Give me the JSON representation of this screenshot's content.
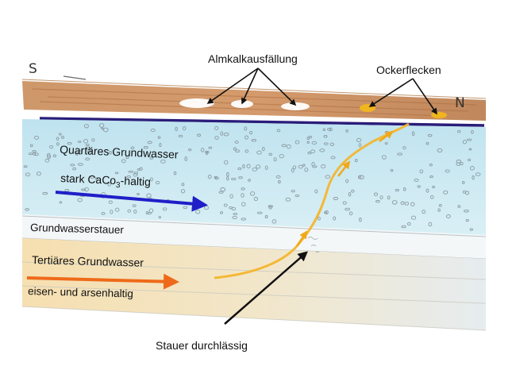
{
  "direction": {
    "south": "S",
    "north": "N"
  },
  "labels": {
    "precipitation": "Almkalkausfällung",
    "ochre": "Ockerflecken",
    "quaternary_line1": "Quartäres Grundwasser",
    "quaternary_line2_pre": "stark CaCo",
    "quaternary_line2_sub": "3",
    "quaternary_line2_post": "-haltig",
    "aquitard": "Grundwasserstauer",
    "tertiary_line1": "Tertiäres Grundwasser",
    "tertiary_line2": "eisen- und arsenhaltig",
    "leak": "Stauer durchlässig"
  },
  "colors": {
    "soil": "#c98a55",
    "water_layer": "#cde9f2",
    "dark_line": "#2a1d7a",
    "blue_arrow": "#1f1fc8",
    "orange_arrow": "#ee6a1a",
    "seep": "#f3b52c",
    "tertiary": "#f4e2b8"
  }
}
